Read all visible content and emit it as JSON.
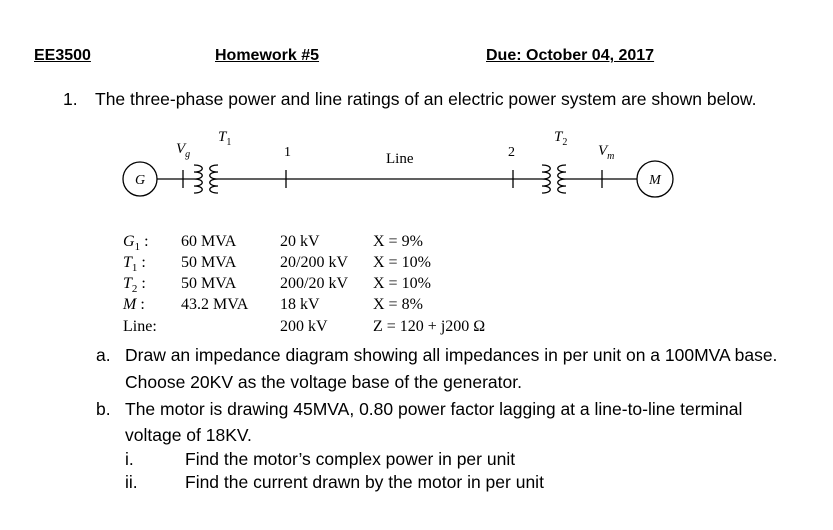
{
  "header": {
    "course": "EE3500",
    "homework": "Homework #5",
    "due": "Due: October 04, 2017"
  },
  "problem": {
    "number": "1.",
    "statement": "The three-phase power and line ratings of an electric power system are shown below."
  },
  "diagram": {
    "generator": "G",
    "motor": "M",
    "vg_main": "V",
    "vg_sub": "g",
    "t1_main": "T",
    "t1_sub": "1",
    "bus1": "1",
    "line": "Line",
    "bus2": "2",
    "t2_main": "T",
    "t2_sub": "2",
    "vm_main": "V",
    "vm_sub": "m"
  },
  "ratings": [
    {
      "name_main": "G",
      "name_sub": "1",
      "name_suffix": " :",
      "power": "60 MVA",
      "voltage": "20 kV",
      "impedance": "X = 9%"
    },
    {
      "name_main": "T",
      "name_sub": "1",
      "name_suffix": " :",
      "power": "50 MVA",
      "voltage": "20/200 kV",
      "impedance": "X = 10%"
    },
    {
      "name_main": "T",
      "name_sub": "2",
      "name_suffix": " :",
      "power": "50 MVA",
      "voltage": "200/20 kV",
      "impedance": "X = 10%"
    },
    {
      "name_main": "M",
      "name_sub": "",
      "name_suffix": " :",
      "power": "43.2 MVA",
      "voltage": "18 kV",
      "impedance": "X = 8%"
    },
    {
      "name_main": "Line:",
      "name_sub": "",
      "name_suffix": "",
      "power": "",
      "voltage": "200 kV",
      "impedance": "Z = 120 + j200 Ω"
    }
  ],
  "parts": {
    "a_label": "a.",
    "a_line1": "Draw an impedance diagram showing all impedances in per unit on a 100MVA base.",
    "a_line2": "Choose 20KV as the voltage base of the generator.",
    "b_label": "b.",
    "b_line1": "The motor is drawing 45MVA, 0.80 power factor lagging at a line-to-line terminal",
    "b_line2": "voltage of 18KV.",
    "i_label": "i.",
    "i_text": "Find the motor’s complex power in per unit",
    "ii_label": "ii.",
    "ii_text": "Find the current drawn by the motor in per unit"
  }
}
